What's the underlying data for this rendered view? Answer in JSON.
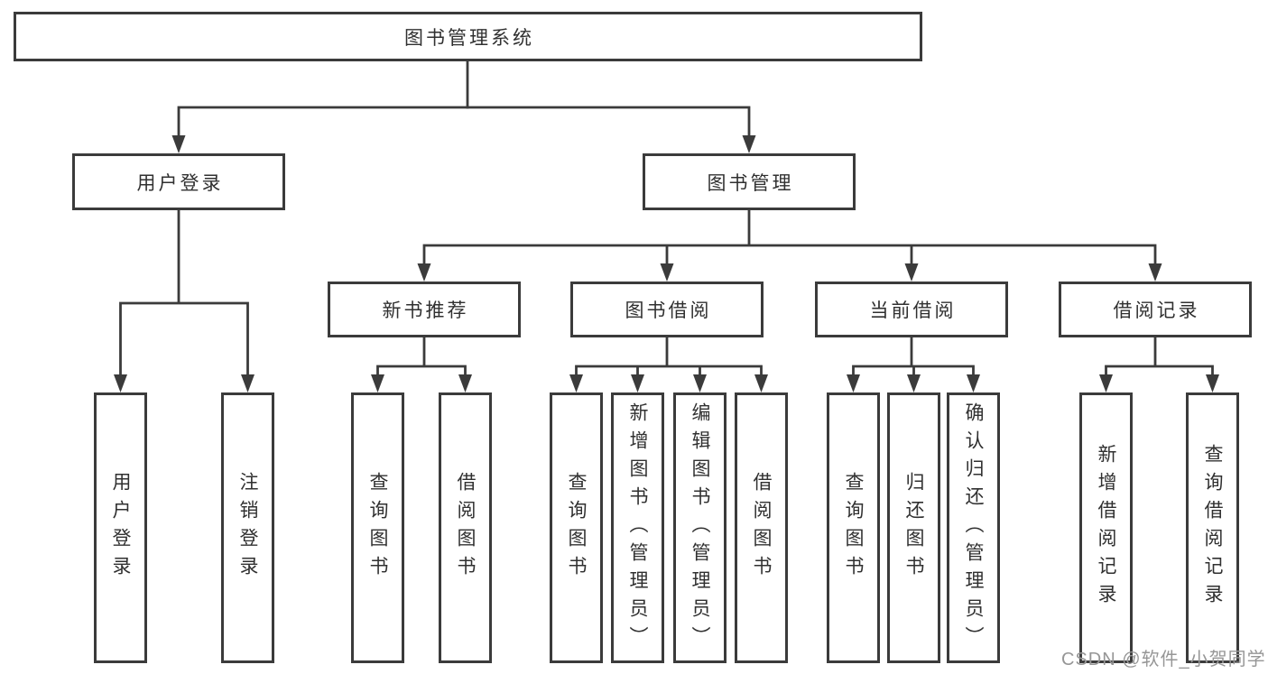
{
  "colors": {
    "line": "#3b3b3b",
    "text": "#303030",
    "watermark": "#969696",
    "background": "#ffffff"
  },
  "tree": {
    "root": {
      "label": "图书管理系统"
    },
    "level1": [
      {
        "label": "用户登录"
      },
      {
        "label": "图书管理"
      }
    ],
    "level2": [
      {
        "label": "新书推荐"
      },
      {
        "label": "图书借阅"
      },
      {
        "label": "当前借阅"
      },
      {
        "label": "借阅记录"
      }
    ],
    "leaves": [
      {
        "label": "用户登录"
      },
      {
        "label": "注销登录"
      },
      {
        "label": "查询图书"
      },
      {
        "label": "借阅图书"
      },
      {
        "label": "查询图书"
      },
      {
        "label": "新增图书（管理员）"
      },
      {
        "label": "编辑图书（管理员）"
      },
      {
        "label": "借阅图书"
      },
      {
        "label": "查询图书"
      },
      {
        "label": "归还图书"
      },
      {
        "label": "确认归还（管理员）"
      },
      {
        "label": "新增借阅记录"
      },
      {
        "label": "查询借阅记录"
      }
    ]
  },
  "watermark": {
    "text": "CSDN @软件_小贺同学"
  }
}
